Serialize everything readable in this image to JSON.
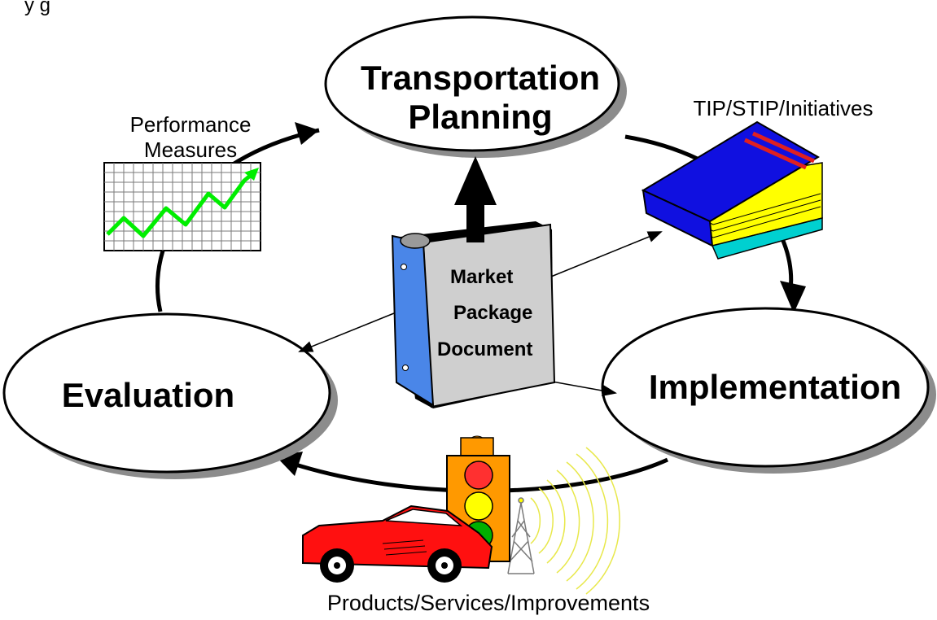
{
  "header_fragment": "y      g",
  "nodes": {
    "planning": {
      "line1": "Transportation",
      "line2": "Planning"
    },
    "evaluation": {
      "label": "Evaluation"
    },
    "implementation": {
      "label": "Implementation"
    }
  },
  "binder": {
    "line1": "Market",
    "line2": "Package",
    "line3": "Document"
  },
  "labels": {
    "performance_line1": "Performance",
    "performance_line2": "Measures",
    "tip": "TIP/STIP/Initiatives",
    "products": "Products/Services/Improvements"
  },
  "colors": {
    "ellipse_fill": "#ffffff",
    "shadow": "#8c8c8c",
    "binder_blue": "#4a86e8",
    "binder_page": "#cccccc",
    "book_blue": "#1010e0",
    "book_pages": "#e8e800",
    "book_edge": "#00d0d0",
    "stripe_red": "#e02020",
    "chart_grid": "#c0c0c0",
    "chart_line": "#00ee00",
    "car_red": "#ff1010",
    "signal_orange": "#ff9900",
    "signal_red": "#ff3030",
    "signal_yellow": "#ffff00",
    "signal_green": "#00b000",
    "wave_yellow": "#f0f020"
  },
  "icons": [
    "performance-chart-icon",
    "book-icon",
    "binder-icon",
    "traffic-signal-icon",
    "sports-car-icon",
    "radio-tower-icon"
  ]
}
